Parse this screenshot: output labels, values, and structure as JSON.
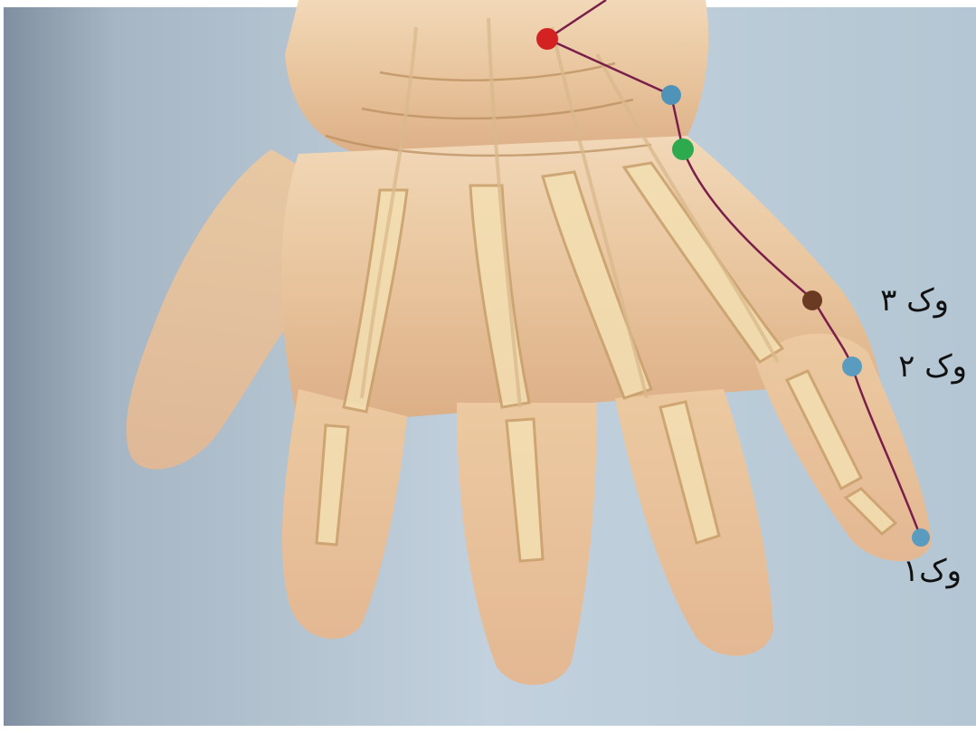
{
  "points": [
    {
      "id": "wrist-red",
      "color": "#d42222"
    },
    {
      "id": "wrist-blue",
      "color": "#4f93b8"
    },
    {
      "id": "wrist-green",
      "color": "#2eaa4e"
    },
    {
      "id": "vk3",
      "color": "#6b3a22"
    },
    {
      "id": "vk2",
      "color": "#5a9cc0"
    },
    {
      "id": "vk1",
      "color": "#5a9cc0"
    }
  ],
  "labels": {
    "vk3": "وک ۳",
    "vk2": "وک ۲",
    "vk1": "وک۱"
  },
  "colors": {
    "background": "#b9c9d6",
    "skin": "#e9c59b",
    "bone": "#f0dcae",
    "meridian_line": "#7a1f4a"
  }
}
